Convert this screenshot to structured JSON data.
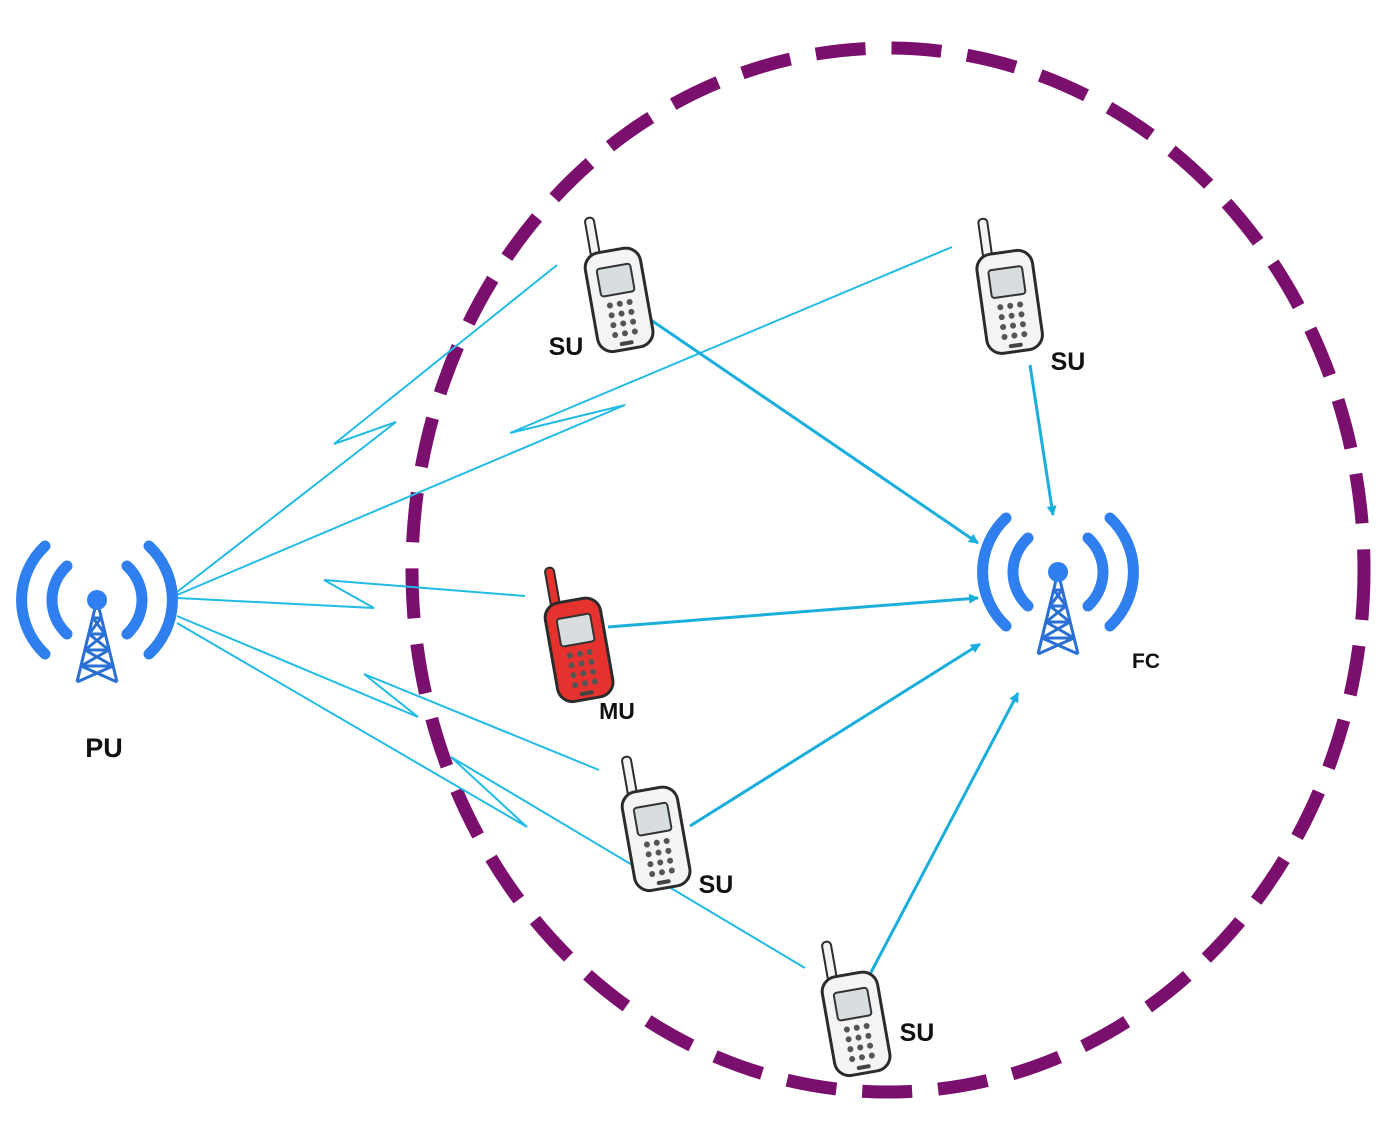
{
  "colors": {
    "link": "#22bbe6",
    "arrow": "#1aaedc",
    "boundary": "#7a0f6e",
    "tower": "#2f80ee",
    "su_phone": "#f4f4f4",
    "mu_phone": "#e5322e"
  },
  "nodes": {
    "pu": {
      "label": "PU",
      "icon": "radio-tower-icon"
    },
    "fc": {
      "label": "FC",
      "icon": "radio-tower-icon"
    },
    "mu": {
      "label": "MU",
      "icon": "mobile-phone-icon"
    },
    "su": [
      {
        "label": "SU",
        "icon": "mobile-phone-icon"
      },
      {
        "label": "SU",
        "icon": "mobile-phone-icon"
      },
      {
        "label": "SU",
        "icon": "mobile-phone-icon"
      },
      {
        "label": "SU",
        "icon": "mobile-phone-icon"
      }
    ]
  }
}
